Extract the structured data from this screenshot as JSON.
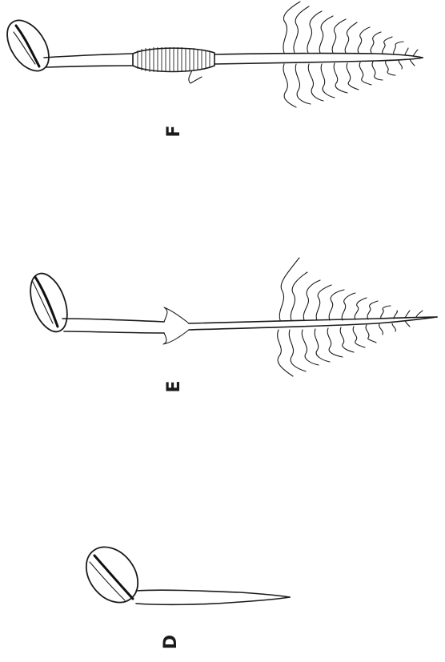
{
  "figure": {
    "panels": [
      {
        "id": "F",
        "label": "F"
      },
      {
        "id": "E",
        "label": "E"
      },
      {
        "id": "D",
        "label": "D"
      }
    ]
  }
}
